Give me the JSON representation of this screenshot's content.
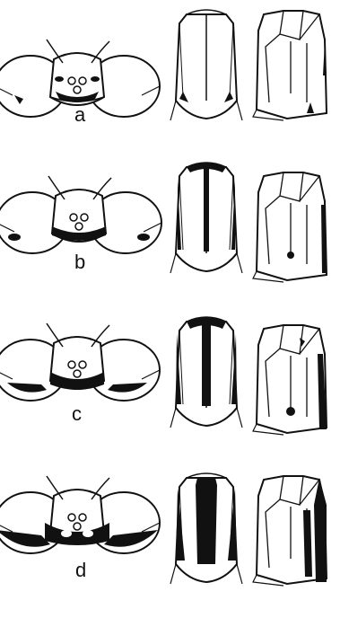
{
  "figure": {
    "rows": [
      {
        "label": "a"
      },
      {
        "label": "b"
      },
      {
        "label": "c"
      },
      {
        "label": "d"
      }
    ],
    "colors": {
      "ink": "#111111",
      "paper": "#ffffff"
    }
  }
}
